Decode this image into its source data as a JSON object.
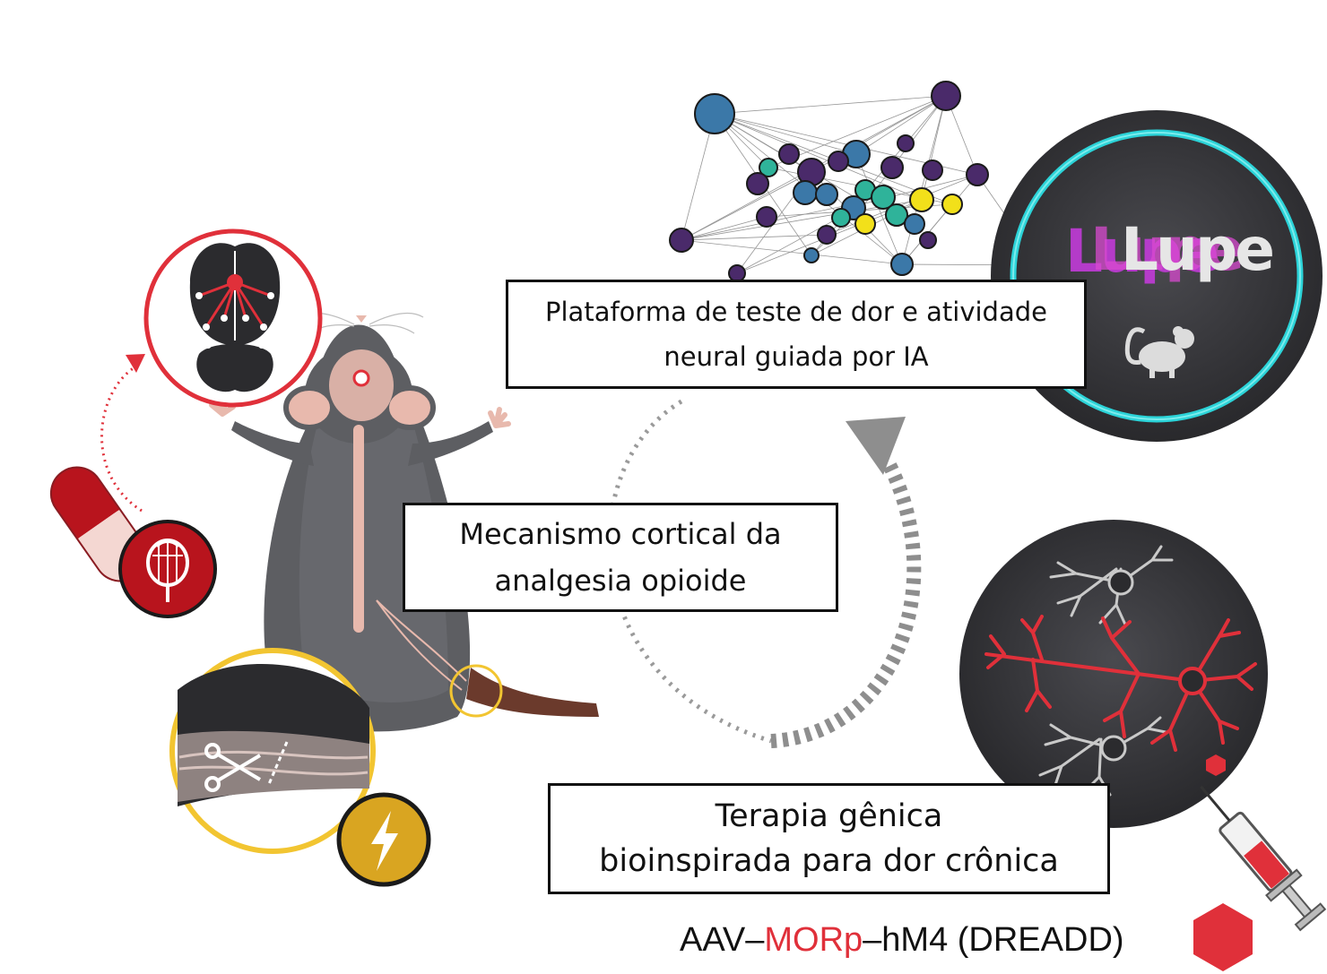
{
  "labels": {
    "platform_line1": "Plataforma de teste de dor e atividade",
    "platform_line2": "neural guiada por IA",
    "mechanism_line1": "Mecanismo cortical da",
    "mechanism_line2": "analgesia opioide",
    "therapy_line1": "Terapia gênica",
    "therapy_line2": "bioinspirada para dor crônica"
  },
  "construct": {
    "part1": "AAV–",
    "part2": "MORp",
    "part3": "–hM4 (DREADD)"
  },
  "logo": {
    "text": "Lupe"
  },
  "colors": {
    "accent_red": "#e0303a",
    "teal_ring": "#2bd3d8",
    "yellow_ring": "#f2c531",
    "dark_circle": "#2f2f33",
    "mouse_body": "#5d5e62",
    "mouse_pink": "#e8b9ad",
    "arrow_gray": "#8e8e8e"
  },
  "icons": [
    "brain-icon",
    "capsule-icon",
    "poppy-icon",
    "scissors-icon",
    "lightning-icon",
    "mouse-icon",
    "syringe-icon",
    "hexagon-icon",
    "neuron-icon",
    "network-graph-icon"
  ]
}
